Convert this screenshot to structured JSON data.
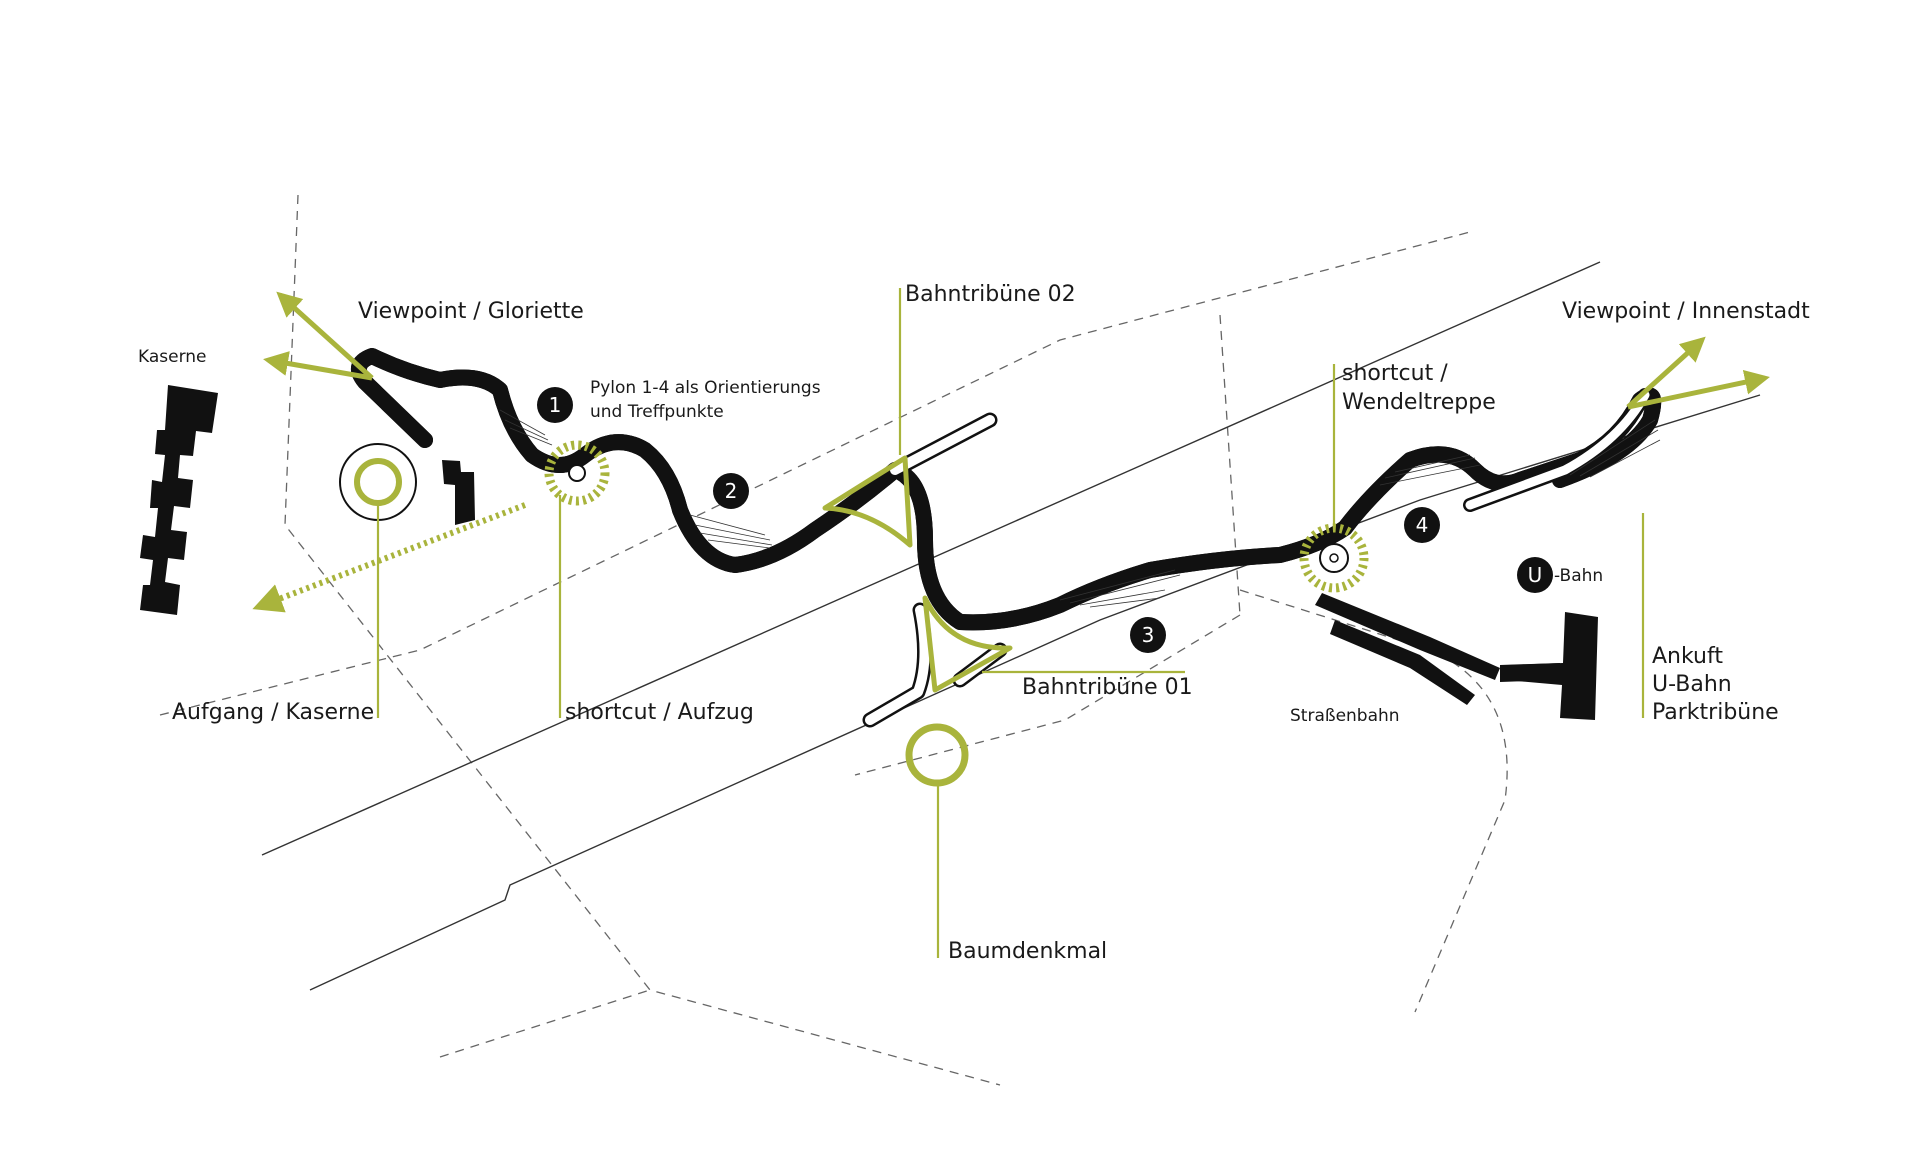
{
  "colors": {
    "accent": "#a9b43c",
    "ink": "#111111",
    "line": "#333333",
    "dash": "#666666"
  },
  "labels": {
    "kaserne": "Kaserne",
    "viewpoint_gloriette": "Viewpoint / Gloriette",
    "pylon_line1": "Pylon 1-4 als Orientierungs",
    "pylon_line2": "und Treffpunkte",
    "bahntribuene_02": "Bahntribüne 02",
    "viewpoint_innenstadt": "Viewpoint / Innenstadt",
    "shortcut_wendel_line1": "shortcut /",
    "shortcut_wendel_line2": "Wendeltreppe",
    "ubahn": "-Bahn",
    "ankuft_line1": "Ankuft",
    "ankuft_line2": "U-Bahn",
    "ankuft_line3": "Parktribüne",
    "bahntribuene_01": "Bahntribüne 01",
    "strassenbahn": "Straßenbahn",
    "aufgang_kaserne": "Aufgang / Kaserne",
    "shortcut_aufzug": "shortcut / Aufzug",
    "baumdenkmal": "Baumdenkmal"
  },
  "pylons": [
    "1",
    "2",
    "3",
    "4"
  ],
  "ubahn_badge": "U"
}
